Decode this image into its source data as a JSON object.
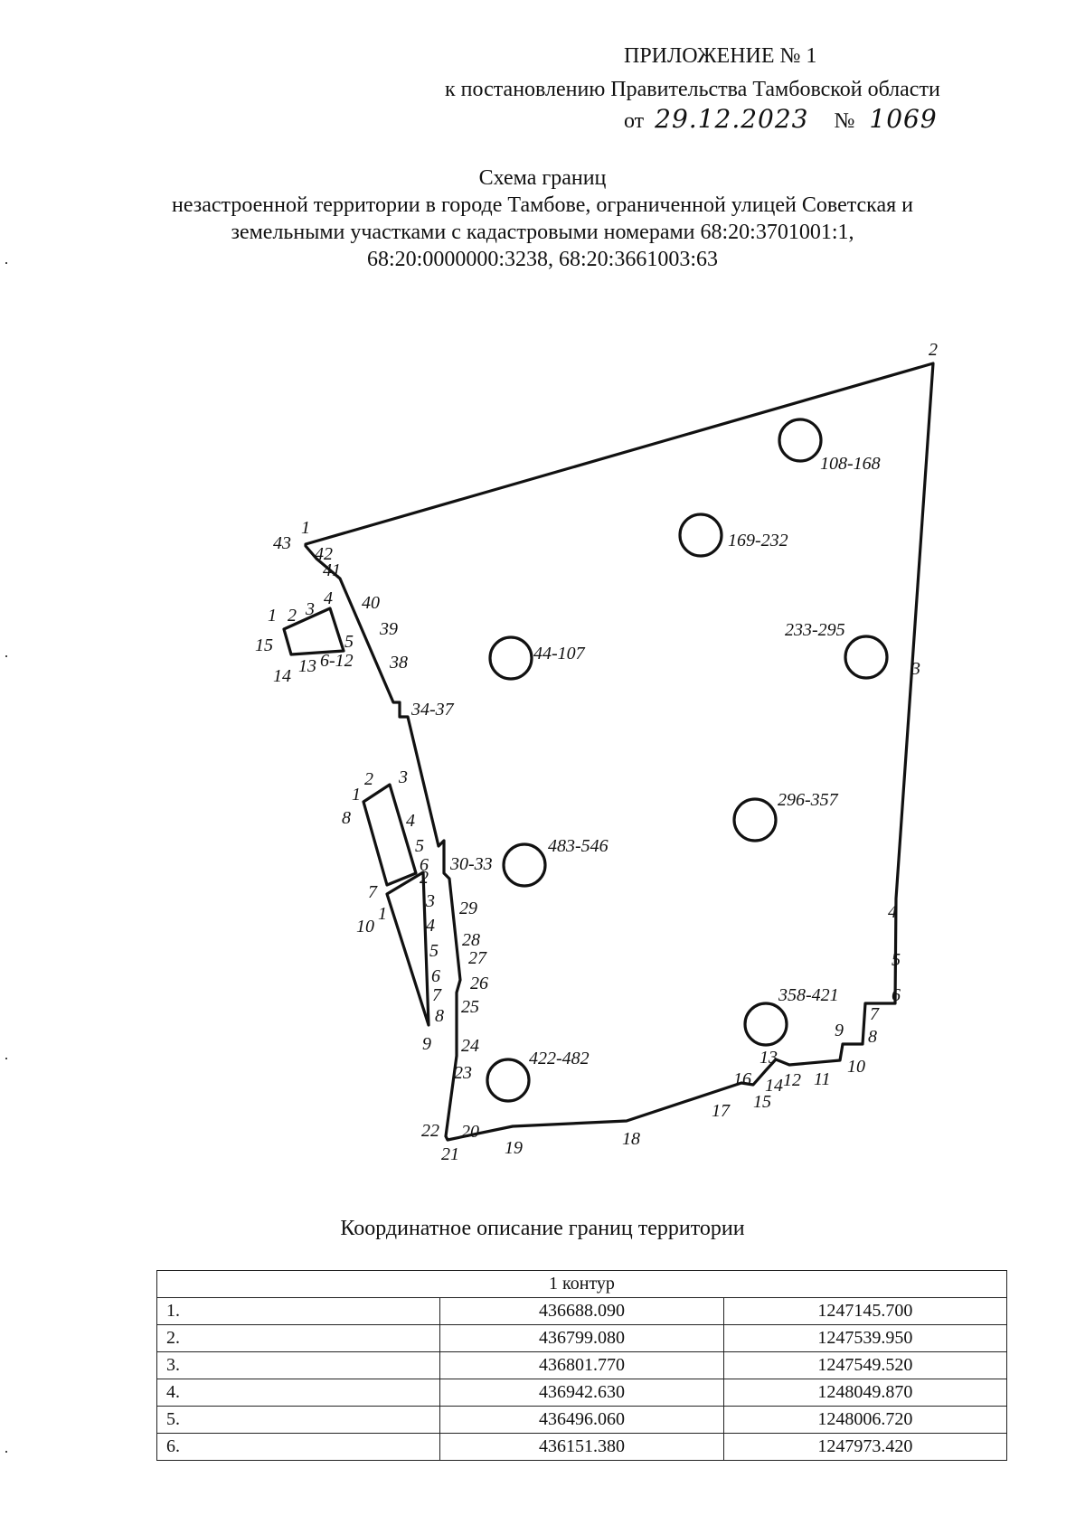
{
  "header": {
    "line1": "ПРИЛОЖЕНИЕ № 1",
    "line2": "к постановлению Правительства Тамбовской области",
    "date_prefix": "от",
    "date": "29.12.2023",
    "number_prefix": "№",
    "number": "1069"
  },
  "title": {
    "line1": "Схема границ",
    "line2": "незастроенной территории в городе Тамбове, ограниченной улицей Советская и",
    "line3": "земельными участками с кадастровыми номерами 68:20:3701001:1,",
    "line4": "68:20:0000000:3238, 68:20:3661003:63"
  },
  "scheme": {
    "outer_labels": [
      "1",
      "2",
      "3",
      "4",
      "5",
      "6",
      "7",
      "8",
      "9",
      "10",
      "11",
      "12",
      "13",
      "14",
      "15",
      "16",
      "17",
      "18",
      "19",
      "20",
      "21",
      "22",
      "23",
      "24",
      "25",
      "26",
      "27",
      "28",
      "29",
      "30-33",
      "34-37",
      "38",
      "39",
      "40",
      "41",
      "42",
      "43"
    ],
    "circle_labels": [
      "108-168",
      "169-232",
      "233-295",
      "44-107",
      "296-357",
      "483-546",
      "358-421",
      "422-482"
    ],
    "inner_a_labels": [
      "1",
      "2",
      "3",
      "4",
      "5",
      "6-12",
      "13",
      "14",
      "15"
    ],
    "inner_b_labels": [
      "1",
      "2",
      "3",
      "4",
      "5",
      "6",
      "7",
      "8"
    ],
    "inner_c_labels": [
      "1",
      "2",
      "3",
      "4",
      "5",
      "6",
      "7",
      "8",
      "9",
      "10"
    ]
  },
  "table": {
    "title": "Координатное описание границ территории",
    "contour": "1 контур",
    "rows": [
      {
        "n": "1.",
        "x": "436688.090",
        "y": "1247145.700"
      },
      {
        "n": "2.",
        "x": "436799.080",
        "y": "1247539.950"
      },
      {
        "n": "3.",
        "x": "436801.770",
        "y": "1247549.520"
      },
      {
        "n": "4.",
        "x": "436942.630",
        "y": "1248049.870"
      },
      {
        "n": "5.",
        "x": "436496.060",
        "y": "1248006.720"
      },
      {
        "n": "6.",
        "x": "436151.380",
        "y": "1247973.420"
      }
    ]
  }
}
